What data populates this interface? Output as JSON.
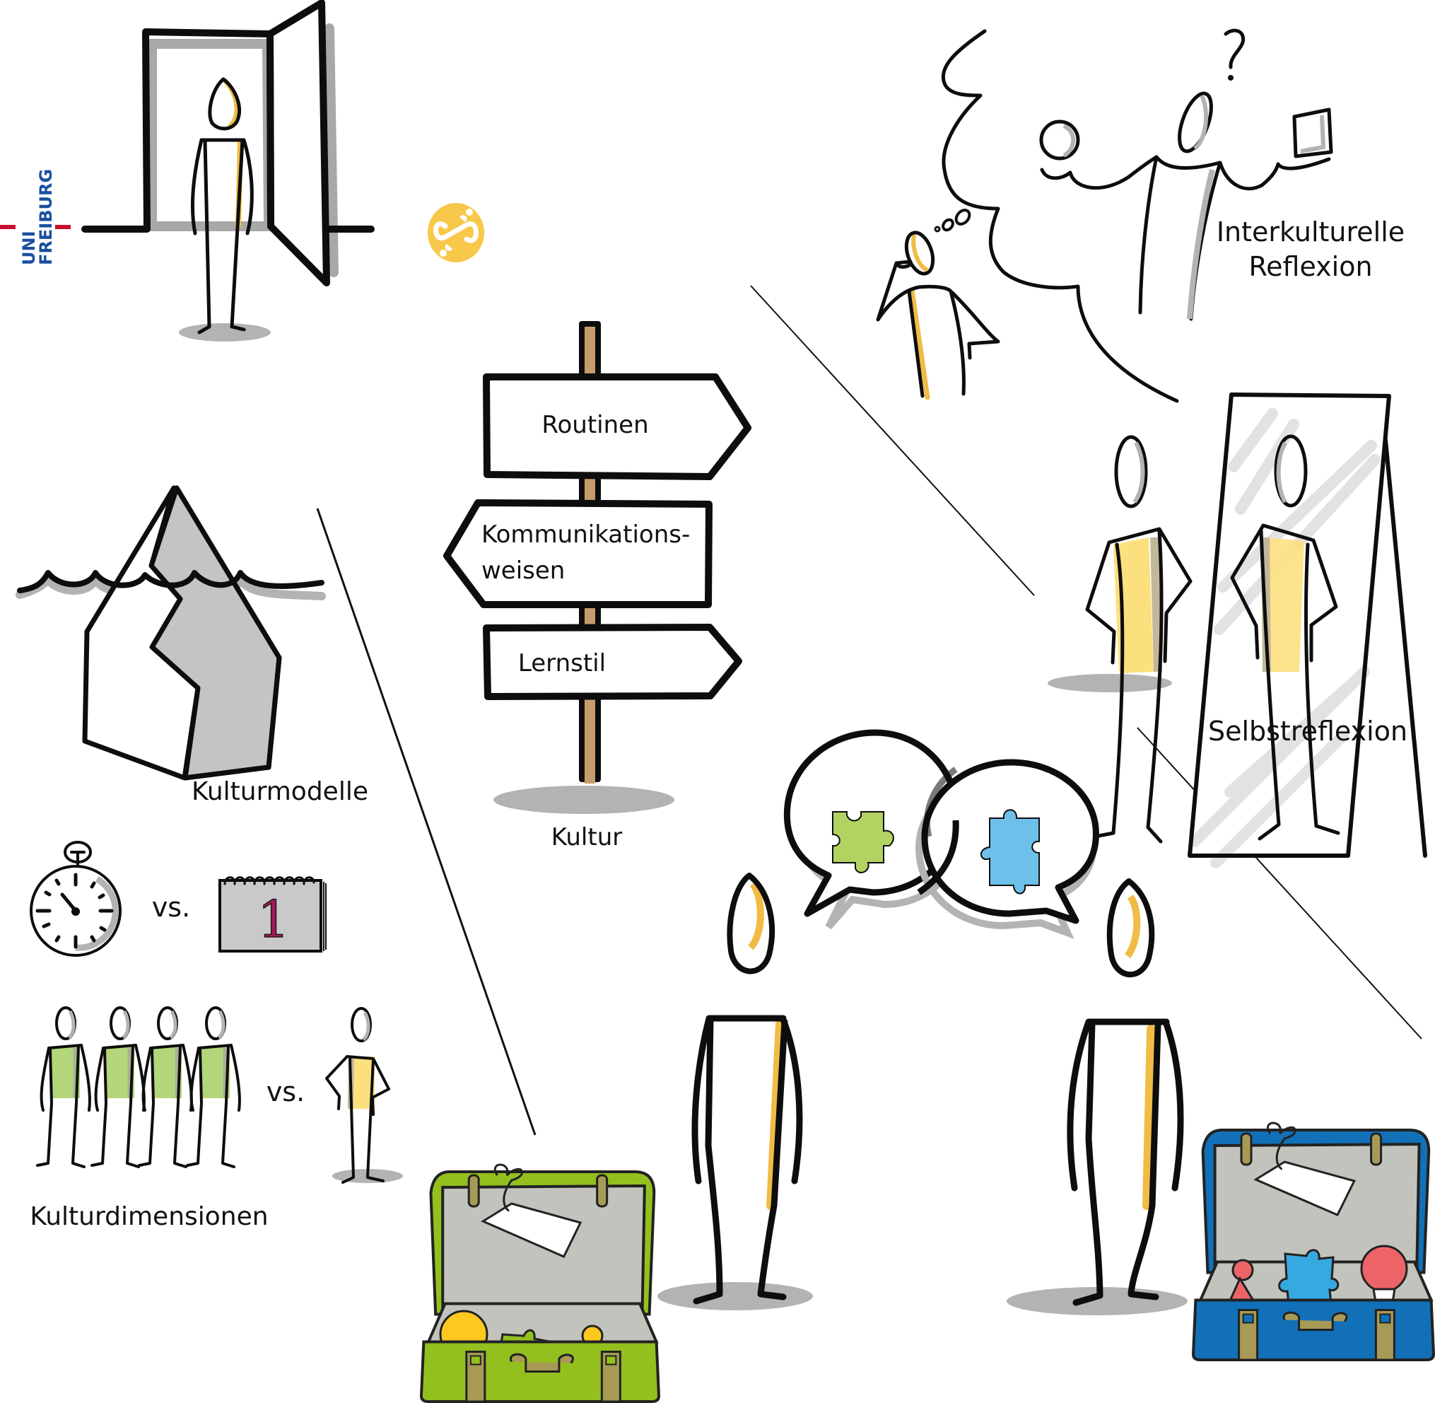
{
  "title": "Interkulturelle Kompetenz – Kultur",
  "colors": {
    "ink": "#0d0d0d",
    "accent_yellow": "#f0bc45",
    "shirt_yellow": "#fde07e",
    "shirt_green": "#b4d67a",
    "shadow_gray": "#b3b3b3",
    "suitcase_green": "#93c01f",
    "suitcase_blue": "#1170b8",
    "puzzle_green": "#b2d362",
    "puzzle_blue": "#6ec0ea",
    "pole_brown": "#c69c6d",
    "logo_blue": "#1a4fa0",
    "logo_red": "#c8102e",
    "calendar_digit": "#9b1b5a",
    "coral": "#ec6467"
  },
  "logos": {
    "university": {
      "line1": "UNI",
      "line2": "FREIBURG",
      "icon": "uni-freiburg-logo"
    },
    "partner": {
      "icon": "infinity-s-logo"
    }
  },
  "sections": {
    "reflection": {
      "line1": "Interkulturelle",
      "line2": "Reflexion",
      "extra": "?"
    },
    "self_reflection": {
      "label": "Selbstreflexion"
    },
    "culture_models": {
      "label": "Kulturmodelle"
    },
    "culture_dimensions": {
      "label": "Kulturdimensionen",
      "vs1": "vs.",
      "vs2": "vs.",
      "calendar_day": "1"
    },
    "signpost": {
      "label": "Kultur",
      "signs": [
        {
          "text": "Routinen",
          "direction": "right"
        },
        {
          "line1": "Kommunikations-",
          "line2": "weisen",
          "direction": "left"
        },
        {
          "text": "Lernstil",
          "direction": "right"
        }
      ]
    }
  }
}
